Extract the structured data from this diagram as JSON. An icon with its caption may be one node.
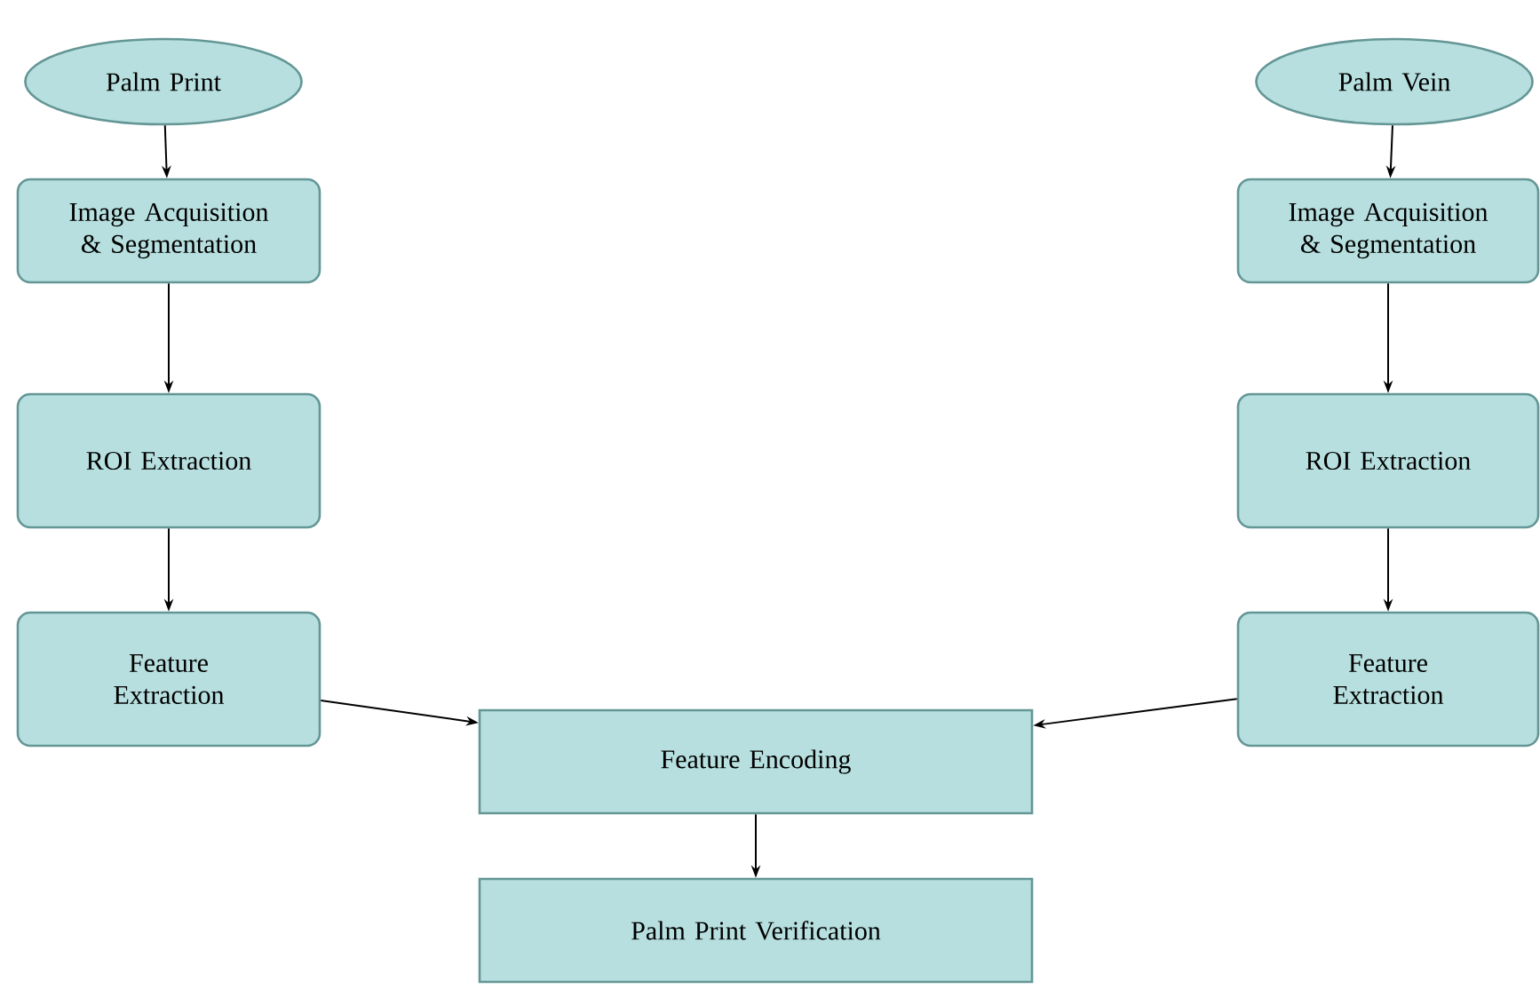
{
  "diagram": {
    "nodes": [
      {
        "text": [
          "Palm Print"
        ]
      },
      {
        "text": [
          "Image Acquisition & Segmentation"
        ]
      },
      {
        "text": [
          "ROI Extraction"
        ]
      },
      {
        "text": [
          "Feature Extraction"
        ]
      },
      {
        "text": [
          "Palm Vein"
        ]
      },
      {
        "text": [
          "Image Acquisition & Segmentation"
        ]
      },
      {
        "text": [
          "ROI Extraction"
        ]
      },
      {
        "text": [
          "Feature Extraction"
        ]
      },
      {
        "text": [
          "Feature Encoding"
        ]
      },
      {
        "text": [
          "Palm Print Verification"
        ]
      }
    ],
    "edges": [
      {
        "from": 0,
        "to": 1,
        "arrow": "to"
      },
      {
        "from": 1,
        "to": 2,
        "arrow": "to"
      },
      {
        "from": 2,
        "to": 3,
        "arrow": "to"
      },
      {
        "from": 3,
        "to": 8,
        "arrow": "to"
      },
      {
        "from": 4,
        "to": 5,
        "arrow": "to"
      },
      {
        "from": 5,
        "to": 6,
        "arrow": "to"
      },
      {
        "from": 6,
        "to": 7,
        "arrow": "to"
      },
      {
        "from": 7,
        "to": 8,
        "arrow": "to"
      },
      {
        "from": 8,
        "to": 9,
        "arrow": "to"
      }
    ]
  }
}
